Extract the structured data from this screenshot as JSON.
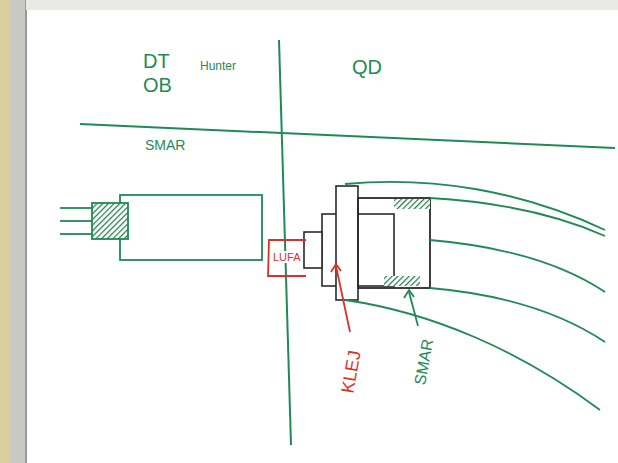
{
  "diagram": {
    "labels": [
      "DT",
      "OB",
      "Hunter",
      "QD",
      "SMAR",
      "LUFA",
      "KLEJ",
      "SMAR"
    ]
  }
}
